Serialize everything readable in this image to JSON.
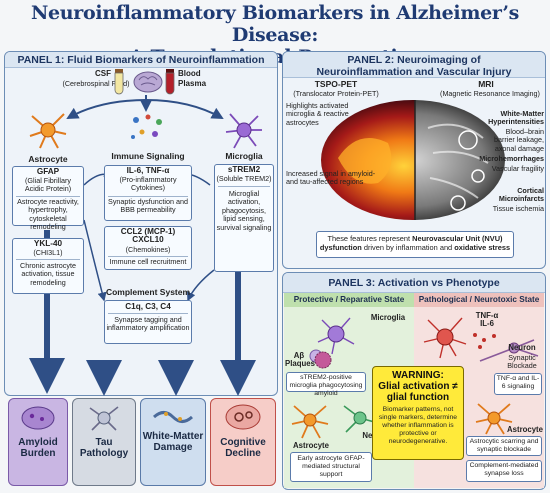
{
  "title": {
    "line1": "Neuroinflammatory Biomarkers in Alzheimer’s Disease:",
    "line2": "A Translational Perspective"
  },
  "panel1": {
    "heading": "PANEL 1: Fluid Biomarkers of Neuroinflammation",
    "csf_label": "CSF",
    "csf_sub": "(Cerebrospinal Fluid)",
    "blood_label": "Blood",
    "plasma_label": "Plasma",
    "astrocyte": {
      "label": "Astrocyte",
      "gfap_title": "GFAP",
      "gfap_sub": "(Glial Fibrillary Acidic Protein)",
      "gfap_desc": "Astrocyte reactivity, hypertrophy, cytoskeletal remodeling",
      "ykl_title": "YKL-40",
      "ykl_sub": "(CHI3L1)",
      "ykl_desc": "Chronic astrocyte activation, tissue remodeling"
    },
    "immune": {
      "label": "Immune Signaling",
      "il6_title": "IL-6, TNF-α",
      "il6_sub": "(Pro-inflammatory Cytokines)",
      "il6_desc": "Synaptic dysfunction and BBB permeability",
      "ccl_title": "CCL2 (MCP-1) CXCL10",
      "ccl_sub": "(Chemokines)",
      "ccl_desc": "Immune cell recruitment",
      "complement_label": "Complement System",
      "c1q_title": "C1q, C3, C4",
      "c1q_desc": "Synapse tagging and inflammatory amplification"
    },
    "microglia": {
      "label": "Microglia",
      "strem_title": "sTREM2",
      "strem_sub": "(Soluble TREM2)",
      "strem_desc": "Microglial activation, phagocytosis, lipid sensing, survival signaling"
    }
  },
  "outcomes": [
    {
      "label": "Amyloid Burden",
      "color": "#b8a4d6"
    },
    {
      "label": "Tau Pathology",
      "color": "#cfd4dc"
    },
    {
      "label": "White-Matter Damage",
      "color": "#c9d9ec"
    },
    {
      "label": "Cognitive Decline",
      "color": "#f4c4c0"
    }
  ],
  "panel2": {
    "heading": "PANEL 2: Neuroimaging of Neuroinflammation and Vascular Injury",
    "tspo_title": "TSPO-PET",
    "tspo_sub": "(Translocator Protein-PET)",
    "tspo_desc1": "Highlights activated microglia & reactive astrocytes",
    "tspo_desc2": "Increased signal in amyloid- and tau-affected regions",
    "mri_title": "MRI",
    "mri_sub": "(Magnetic Resonance Imaging)",
    "wm_title": "White-Matter Hyperintensities",
    "wm_desc": "Blood–brain barrier leakage, axonal damage",
    "mh_title": "Microhemorrhages",
    "mh_desc": "Vascular fragility",
    "ci_title": "Cortical Microinfarcts",
    "ci_desc": "Tissue ischemia",
    "nvu_text1": "These features represent",
    "nvu_bold1": "Neurovascular Unit (NVU)",
    "nvu_bold2": "dysfunction",
    "nvu_text2": "driven by inflammation and",
    "nvu_bold3": "oxidative stress"
  },
  "panel3": {
    "heading": "PANEL 3: Activation vs Phenotype",
    "protective_heading": "Protective / Reparative State",
    "pathological_heading": "Pathological / Neurotoxic State",
    "microglia_label": "Microglia",
    "ab_label": "Aβ Plaques",
    "strem_desc": "sTREM2-positive microglia phagocytosing amyloid",
    "astrocyte_label": "Astrocyte",
    "neuron_label": "Neuron",
    "early_desc": "Early astrocyte GFAP-mediated structural support",
    "tnf_label": "TNF-α IL-6",
    "neuron2_label": "Neuron",
    "synaptic_label": "Synaptic Blockade",
    "tnf_desc": "TNF-α and IL-6 signaling",
    "astrocyte2_label": "Astrocyte",
    "scarring_desc": "Astrocytic scarring and synaptic blockade",
    "complement_desc": "Complement-mediated synapse loss",
    "warning_title": "WARNING:",
    "warning_line": "Glial activation ≠ glial function",
    "warning_desc": "Biomarker patterns, not single markers, determine whether inflammation is protective or neurodegenerative."
  }
}
